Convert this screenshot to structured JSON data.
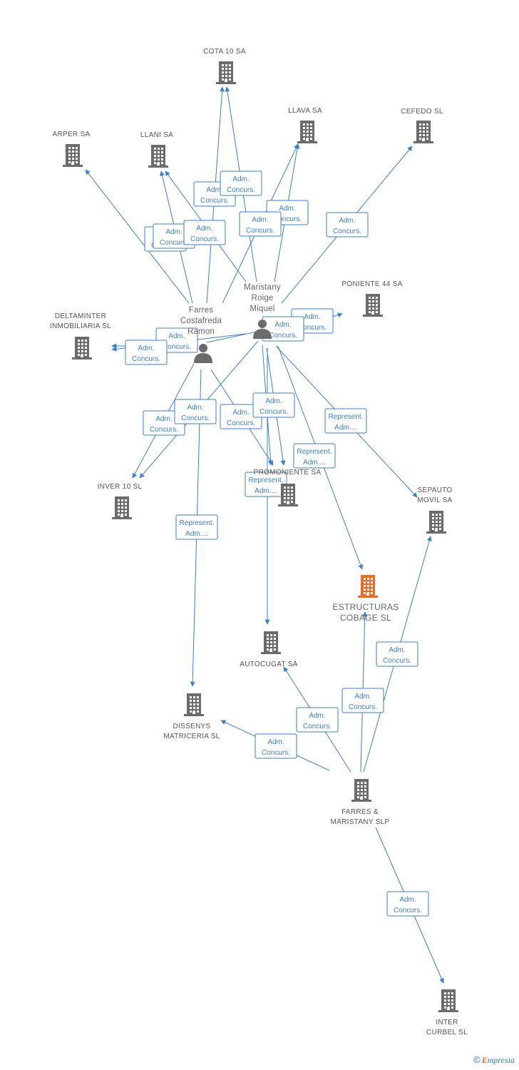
{
  "colors": {
    "edge": "#3a7fd5",
    "company_icon": "#6b6b6b",
    "focus_icon": "#f26a21",
    "person_icon": "#6b6b6b"
  },
  "nodes": [
    {
      "id": "cota10",
      "type": "company",
      "lines": [
        "COTA 10 SA"
      ]
    },
    {
      "id": "llava",
      "type": "company",
      "lines": [
        "LLAVA SA"
      ]
    },
    {
      "id": "cefedo",
      "type": "company",
      "lines": [
        "CEFEDO SL"
      ]
    },
    {
      "id": "arper",
      "type": "company",
      "lines": [
        "ARPER SA"
      ]
    },
    {
      "id": "llani",
      "type": "company",
      "lines": [
        "LLANI SA"
      ]
    },
    {
      "id": "poniente44",
      "type": "company",
      "lines": [
        "PONIENTE 44 SA"
      ]
    },
    {
      "id": "deltaminter",
      "type": "company",
      "lines": [
        "DELTAMINTER",
        "INMOBILIARIA SL"
      ]
    },
    {
      "id": "maristany",
      "type": "person",
      "lines": [
        "Maristany",
        "Roige",
        "Miquel"
      ]
    },
    {
      "id": "farres",
      "type": "person",
      "lines": [
        "Farres",
        "Costafreda",
        "Ramon"
      ]
    },
    {
      "id": "inver10",
      "type": "company",
      "lines": [
        "INVER 10 SL"
      ]
    },
    {
      "id": "promoniente",
      "type": "company",
      "lines": [
        "PROMONIENTE SA"
      ]
    },
    {
      "id": "sepauto",
      "type": "company",
      "lines": [
        "SEPAUTO",
        "MOVIL SA"
      ]
    },
    {
      "id": "estructuras",
      "type": "focus",
      "lines": [
        "ESTRUCTURAS",
        "COBAGE SL"
      ]
    },
    {
      "id": "autocugat",
      "type": "company",
      "lines": [
        "AUTOCUGAT SA"
      ]
    },
    {
      "id": "dissenys",
      "type": "company",
      "lines": [
        "DISSENYS",
        "MATRICERIA SL"
      ]
    },
    {
      "id": "farresmaristany",
      "type": "company",
      "lines": [
        "FARRES &",
        "MARISTANY SLP"
      ]
    },
    {
      "id": "intercurbel",
      "type": "company",
      "lines": [
        "INTER",
        "CURBEL SL"
      ]
    }
  ],
  "edges": [
    {
      "from": "farres",
      "to": "cota10",
      "label": [
        "Adm.",
        "Concurs."
      ]
    },
    {
      "from": "maristany",
      "to": "cota10",
      "label": [
        "Adm.",
        "Concurs."
      ]
    },
    {
      "from": "maristany",
      "to": "llava",
      "label": [
        "Adm.",
        "Concurs."
      ]
    },
    {
      "from": "farres",
      "to": "llava",
      "label": [
        "Adm.",
        "Concurs."
      ]
    },
    {
      "from": "maristany",
      "to": "cefedo",
      "label": [
        "Adm.",
        "Concurs."
      ]
    },
    {
      "from": "farres",
      "to": "arper",
      "label": [
        "Adm.",
        "Concurs."
      ]
    },
    {
      "from": "farres",
      "to": "llani",
      "label": [
        "Adm.",
        "Concurs."
      ]
    },
    {
      "from": "maristany",
      "to": "llani",
      "label": [
        "Adm.",
        "Concurs."
      ]
    },
    {
      "from": "maristany",
      "to": "poniente44",
      "label": [
        "Adm.",
        "Concurs."
      ]
    },
    {
      "from": "farres",
      "to": "poniente44",
      "label": [
        "Adm.",
        "Concurs."
      ]
    },
    {
      "from": "maristany",
      "to": "deltaminter",
      "label": [
        "Adm.",
        "Concurs."
      ]
    },
    {
      "from": "farres",
      "to": "deltaminter",
      "label": [
        "Adm.",
        "Concurs."
      ]
    },
    {
      "from": "farres",
      "to": "inver10",
      "label": [
        "Adm.",
        "Concurs."
      ]
    },
    {
      "from": "maristany",
      "to": "inver10",
      "label": [
        "Adm.",
        "Concurs."
      ]
    },
    {
      "from": "farres",
      "to": "promoniente",
      "label": [
        "Adm.",
        "Concurs."
      ]
    },
    {
      "from": "maristany",
      "to": "promoniente",
      "label": [
        "Adm.",
        "Concurs."
      ]
    },
    {
      "from": "maristany",
      "to": "promoniente",
      "label": [
        "Represent.",
        "Adm...."
      ]
    },
    {
      "from": "maristany",
      "to": "sepauto",
      "label": [
        "Represent.",
        "Adm...."
      ]
    },
    {
      "from": "maristany",
      "to": "autocugat",
      "label": [
        "Represent.",
        "Adm...."
      ]
    },
    {
      "from": "maristany",
      "to": "estructuras",
      "label": []
    },
    {
      "from": "farres",
      "to": "dissenys",
      "label": [
        "Represent.",
        "Adm...."
      ]
    },
    {
      "from": "farresmaristany",
      "to": "sepauto",
      "label": [
        "Adm.",
        "Concurs."
      ]
    },
    {
      "from": "farresmaristany",
      "to": "estructuras",
      "label": [
        "Adm.",
        "Concurs."
      ]
    },
    {
      "from": "farresmaristany",
      "to": "autocugat",
      "label": [
        "Adm.",
        "Concurs."
      ]
    },
    {
      "from": "farresmaristany",
      "to": "dissenys",
      "label": [
        "Adm.",
        "Concurs."
      ]
    },
    {
      "from": "farresmaristany",
      "to": "intercurbel",
      "label": [
        "Adm.",
        "Concurs."
      ]
    }
  ],
  "footer": {
    "copyright": "©",
    "brand_first": "E",
    "brand_rest": "mpresia"
  }
}
